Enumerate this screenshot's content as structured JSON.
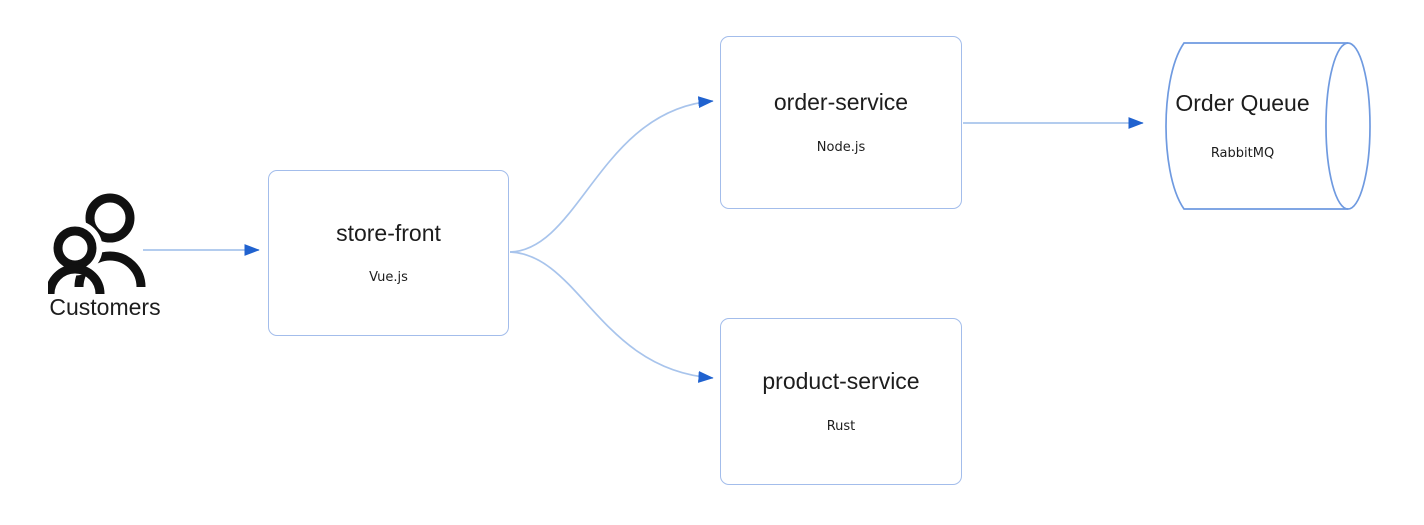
{
  "diagram": {
    "type": "architecture-flow-diagram",
    "background_color": "#ffffff",
    "edge_line_color": "#a8c4ec",
    "edge_arrow_color": "#2062cf",
    "node_border_color": "#a3bdeb",
    "actor": {
      "icon": "two-people-icon",
      "label": "Customers"
    },
    "nodes": [
      {
        "id": "store-front",
        "shape": "rounded-rectangle",
        "title": "store-front",
        "subtitle": "Vue.js"
      },
      {
        "id": "order-service",
        "shape": "rounded-rectangle",
        "title": "order-service",
        "subtitle": "Node.js"
      },
      {
        "id": "product-service",
        "shape": "rounded-rectangle",
        "title": "product-service",
        "subtitle": "Rust"
      },
      {
        "id": "order-queue",
        "shape": "cylinder",
        "title": "Order Queue",
        "subtitle": "RabbitMQ"
      }
    ],
    "edges": [
      {
        "id": "customers-to-store-front",
        "from": "Customers",
        "to": "store-front",
        "style": "straight-arrow"
      },
      {
        "id": "store-front-to-order-service",
        "from": "store-front",
        "to": "order-service",
        "style": "curved-arrow"
      },
      {
        "id": "store-front-to-product-service",
        "from": "store-front",
        "to": "product-service",
        "style": "curved-arrow"
      },
      {
        "id": "order-service-to-order-queue",
        "from": "order-service",
        "to": "Order Queue",
        "style": "straight-arrow"
      }
    ]
  }
}
